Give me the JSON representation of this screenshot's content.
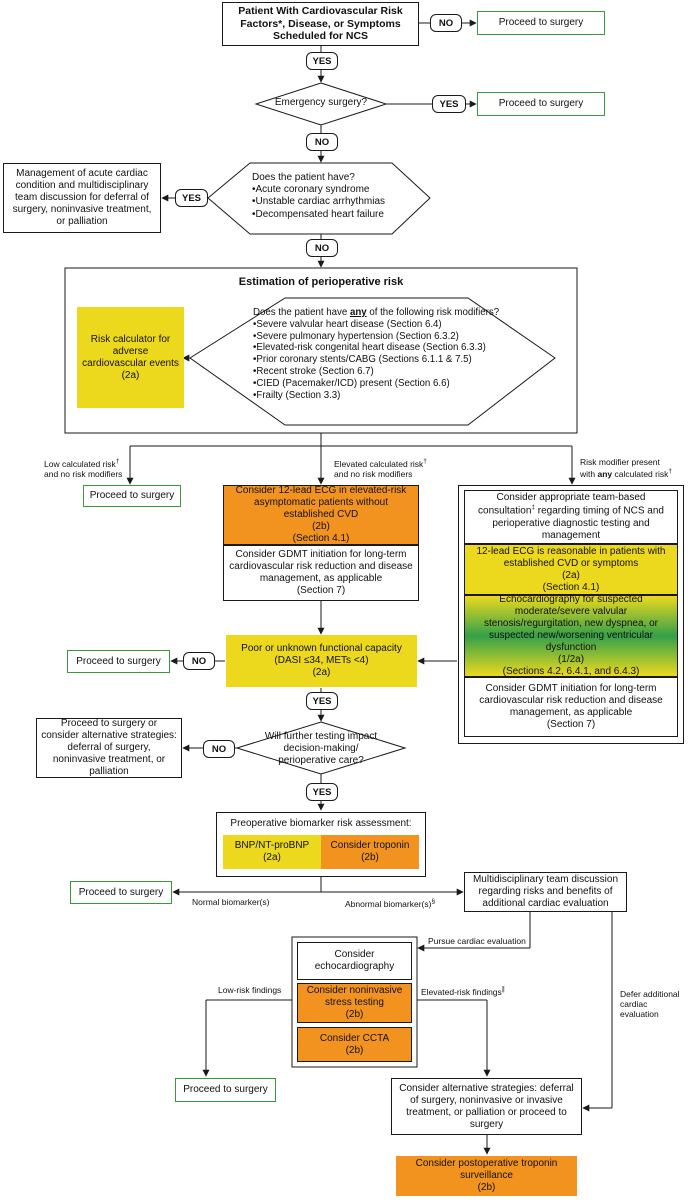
{
  "start": {
    "title": "Patient With Cardiovascular Risk Factors*, Disease, or Symptoms Scheduled for NCS"
  },
  "answers": {
    "yes": "YES",
    "no": "NO"
  },
  "proceed": "Proceed to surgery",
  "emergency": "Emergency surgery?",
  "acute_mgmt": "Management of acute cardiac condition and multidisciplinary team discussion for deferral of surgery, noninvasive treatment, or palliation",
  "acute_q": {
    "question": "Does the patient have?",
    "items": [
      "Acute coronary syndrome",
      "Unstable cardiac arrhythmias",
      "Decompensated heart failure"
    ]
  },
  "risk_section": {
    "title": "Estimation of perioperative risk",
    "calculator": "Risk calculator for adverse cardiovascular events",
    "calculator_cor": "(2a)",
    "question_pre": "Does the patient have ",
    "question_em": "any",
    "question_post": " of the following risk modifiers?",
    "modifiers": [
      "Severe valvular heart disease (Section 6.4)",
      "Severe pulmonary hypertension (Section 6.3.2)",
      "Elevated-risk congenital heart disease (Section 6.3.3)",
      "Prior coronary stents/CABG (Sections 6.1.1 & 7.5)",
      "Recent stroke (Section 6.7)",
      "CIED (Pacemaker/ICD) present (Section 6.6)",
      "Frailty (Section 3.3)"
    ]
  },
  "branches": {
    "low": "Low calculated risk",
    "low_sub": "and no risk modifiers",
    "elevated": "Elevated calculated risk",
    "elevated_sub": "and no risk modifiers",
    "modifier": "Risk modifier present",
    "modifier_sub_pre": "with ",
    "modifier_sub_em": "any",
    "modifier_sub_post": " calculated risk",
    "dagger": "†"
  },
  "ecg_elevated": {
    "text": "Consider 12-lead ECG in elevated-risk asymptomatic patients without established CVD",
    "cor": "(2b)",
    "section": "(Section 4.1)"
  },
  "gdmt": {
    "text": "Consider GDMT initiation for long-term cardiovascular risk reduction and disease management, as applicable",
    "section": "(Section 7)"
  },
  "team_consult": {
    "pre": "Consider appropriate team-based consultation",
    "mark": "‡",
    "post": " regarding timing of NCS and perioperative diagnostic testing and management"
  },
  "ecg_cvd": {
    "text": "12-lead ECG is reasonable in patients with established CVD or symptoms",
    "cor": "(2a)",
    "section": "(Section 4.1)"
  },
  "echo_valve": {
    "text": "Echocardiography for suspected moderate/severe valvular stenosis/regurgitation, new dyspnea, or suspected new/worsening ventricular dysfunction",
    "cor": "(1/2a)",
    "section": "(Sections 4.2, 6.4.1, and 6.4.3)"
  },
  "functional": {
    "line1": "Poor or unknown functional capacity",
    "line2": "(DASI ≤34, METs <4)",
    "cor": "(2a)"
  },
  "further_test": {
    "text": "Will further testing impact decision-making/ perioperative care?"
  },
  "alt_no": "Proceed to surgery or consider alternative strategies: deferral of surgery, noninvasive treatment, or palliation",
  "biomarker": {
    "title": "Preoperative biomarker risk assessment:",
    "bnp": "BNP/NT-proBNP",
    "bnp_cor": "(2a)",
    "trop": "Consider troponin",
    "trop_cor": "(2b)"
  },
  "normal_bio": "Normal biomarker(s)",
  "abnormal_bio": "Abnormal biomarker(s)",
  "abnormal_mark": "§",
  "mdt": "Multidisciplinary team discussion regarding risks and benefits of additional cardiac evaluation",
  "pursue": "Pursue cardiac evaluation",
  "defer": "Defer additional cardiac evaluation",
  "echo_consider": "Consider echocardiography",
  "stress": {
    "text": "Consider noninvasive stress testing",
    "cor": "(2b)"
  },
  "ccta": {
    "text": "Consider CCTA",
    "cor": "(2b)"
  },
  "low_find": "Low-risk findings",
  "elev_find": "Elevated-risk findings",
  "elev_mark": "∥",
  "alt_final": "Consider alternative strategies: deferral of surgery, noninvasive or invasive treatment, or palliation or proceed to surgery",
  "postop": {
    "text": "Consider postoperative troponin surveillance",
    "cor": "(2b)"
  },
  "colors": {
    "yellow": "#ecd91e",
    "orange": "#f3931f",
    "green_border": "#3a9a3a",
    "green_grad": "#34a04a"
  }
}
